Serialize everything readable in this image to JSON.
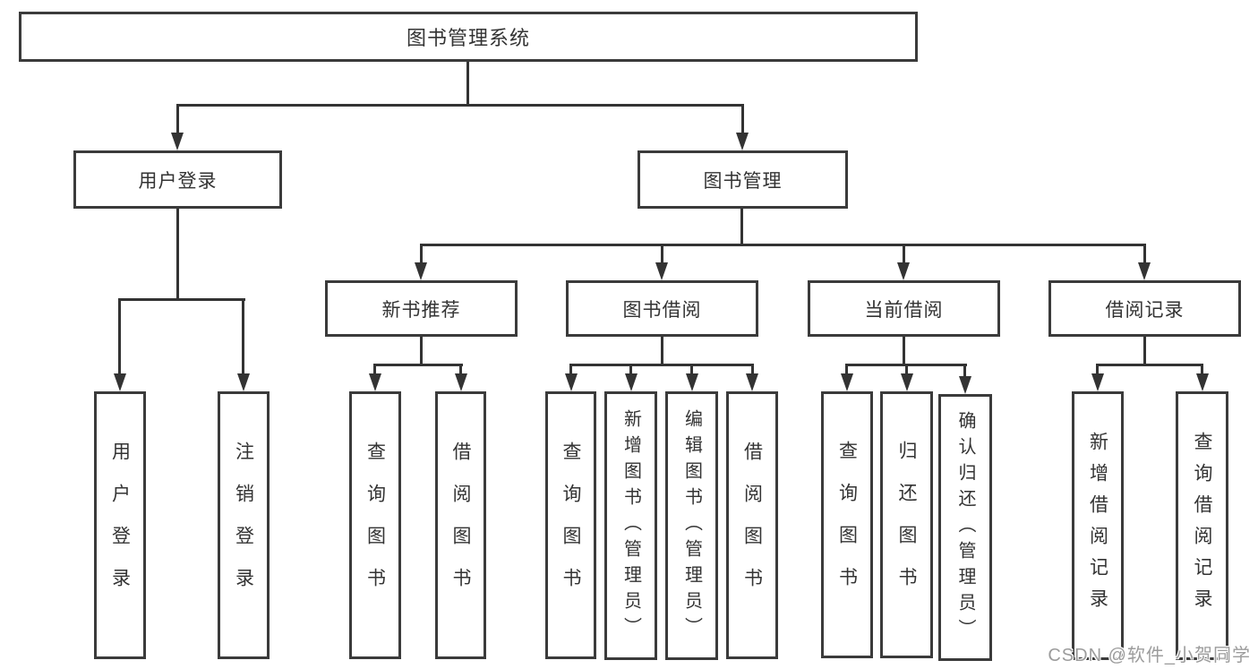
{
  "diagram_title": "图书管理系统",
  "nodes": {
    "root": "图书管理系统",
    "level2": [
      "用户登录",
      "图书管理"
    ],
    "level3": [
      "新书推荐",
      "图书借阅",
      "当前借阅",
      "借阅记录"
    ],
    "leaves": [
      "用户登录",
      "注销登录",
      "查询图书",
      "借阅图书",
      "查询图书",
      "新增图书（管理员）",
      "编辑图书（管理员）",
      "借阅图书",
      "查询图书",
      "归还图书",
      "确认归还（管理员）",
      "新增借阅记录",
      "查询借阅记录"
    ]
  },
  "colors": {
    "line": "#333333",
    "box_border": "#3b3b3b",
    "text": "#333333",
    "watermark": "#9c9c9c",
    "background": "#ffffff"
  },
  "watermark": "CSDN @软件_小贺同学"
}
